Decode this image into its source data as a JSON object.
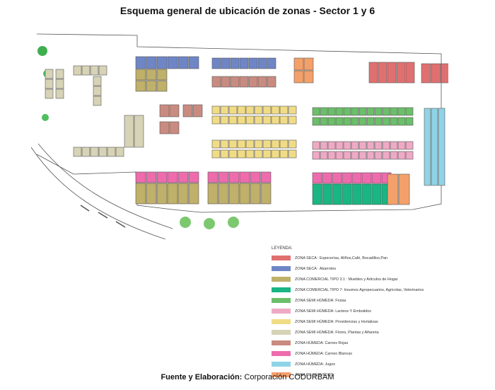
{
  "title": "Esquema general de ubicación de zonas  - Sector 1 y 6",
  "legend": {
    "heading": "LEYENDA:",
    "items": [
      {
        "label": "ZONA SECA : Especerías, Aliños,Café, Bocadillos,Pan",
        "color": "#e07070"
      },
      {
        "label": "ZONA SECA : Abarrotes",
        "color": "#6f86c6"
      },
      {
        "label": "ZONA COMERCIAL TIPO 3.1 : Muebles y Articulos de Hogar",
        "color": "#bfb06a"
      },
      {
        "label": "ZONA COMERCIAL TIPO 7: Insumos Agropecuarios, Agricolas, Veterinarios",
        "color": "#19b582"
      },
      {
        "label": "ZONA  SEMI HÚMEDA: Frutas",
        "color": "#6cbf6a"
      },
      {
        "label": "ZONA SEMI HÚMEDA: Lacteos Y Embutidos",
        "color": "#eeaac4"
      },
      {
        "label": "ZONA SEMI HÚMEDA: Providencias y Hortalizas",
        "color": "#f1dc86"
      },
      {
        "label": "ZONA SEMI HÚMEDA: Flores, Plantas y Alfareria",
        "color": "#d6d3b6"
      },
      {
        "label": "ZONA HÚMEDA: Carnes Rojas",
        "color": "#c98b80"
      },
      {
        "label": "ZONA HÚMEDA: Carneo Blancas",
        "color": "#ee6cae"
      },
      {
        "label": "ZONA HÚMEDA: Jugos",
        "color": "#8fd4e6"
      },
      {
        "label": "ZONA DE SERVICIOS",
        "color": "#f4a06a"
      }
    ]
  },
  "footer": {
    "label": "Fuente y Elaboración:",
    "value": " Corporación CODURBAM"
  }
}
